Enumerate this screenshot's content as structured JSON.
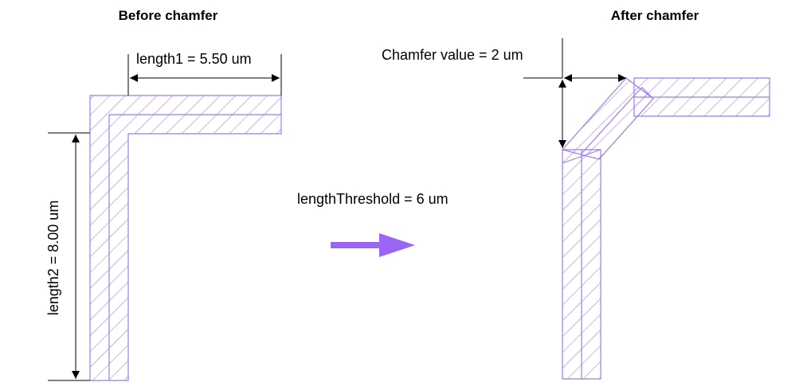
{
  "titles": {
    "before": "Before chamfer",
    "after": "After chamfer"
  },
  "labels": {
    "length1": "length1 = 5.50 um",
    "length2": "length2 = 8.00 um",
    "threshold": "lengthThreshold = 6 um",
    "chamfer": "Chamfer value = 2 um"
  },
  "colors": {
    "shape": "#9b7cf0",
    "hatch": "#8f6ee8",
    "arrow_fill": "#9a66f5",
    "dimension": "#000000"
  },
  "icons": {
    "process": "right-arrow-icon"
  }
}
